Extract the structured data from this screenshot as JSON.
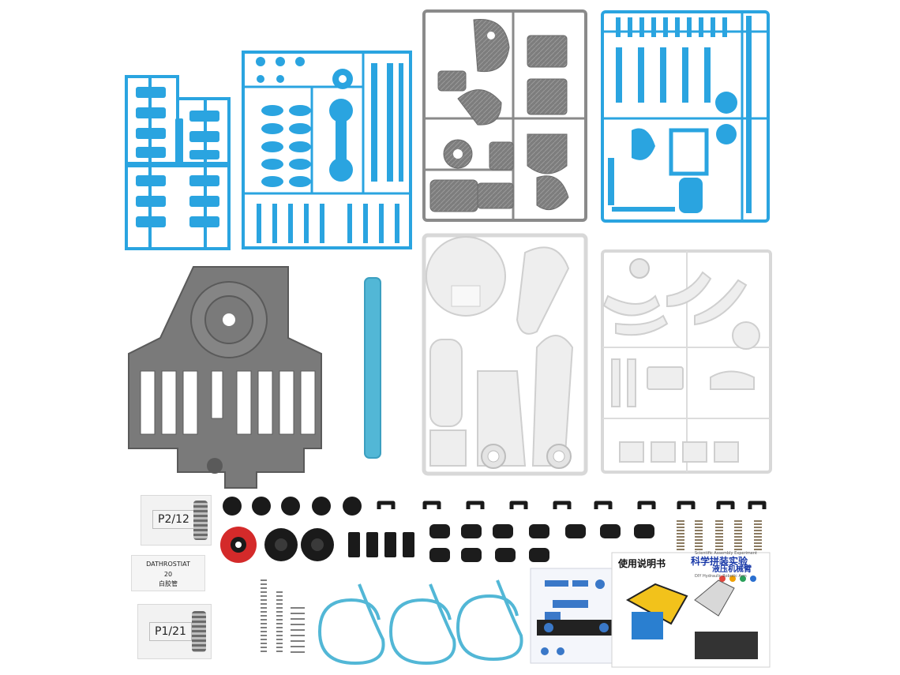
{
  "colors": {
    "blue_plastic": "#2aa4e0",
    "blue_dark": "#1b87c3",
    "grey_plastic": "#8a8a8a",
    "grey_dark": "#6a6a6a",
    "white_plastic": "#eeeeee",
    "black_part": "#1a1a1a",
    "red_part": "#d42a2a",
    "tube_blue": "#52b7d6"
  },
  "bags": {
    "bag_top": "P2/12",
    "bag_middle_line1": "DATHROSTIAT",
    "bag_middle_line2": "20",
    "bag_middle_line3": "白胶管",
    "bag_bottom": "P1/21"
  },
  "manual": {
    "title": "使用说明书"
  },
  "box": {
    "tagline": "Scientific Assembly Experiment",
    "title_line1": "科学拼装实验",
    "title_line2": "液压机械臂",
    "subtitle": "DIY Hydraulic Robotic Arm"
  }
}
